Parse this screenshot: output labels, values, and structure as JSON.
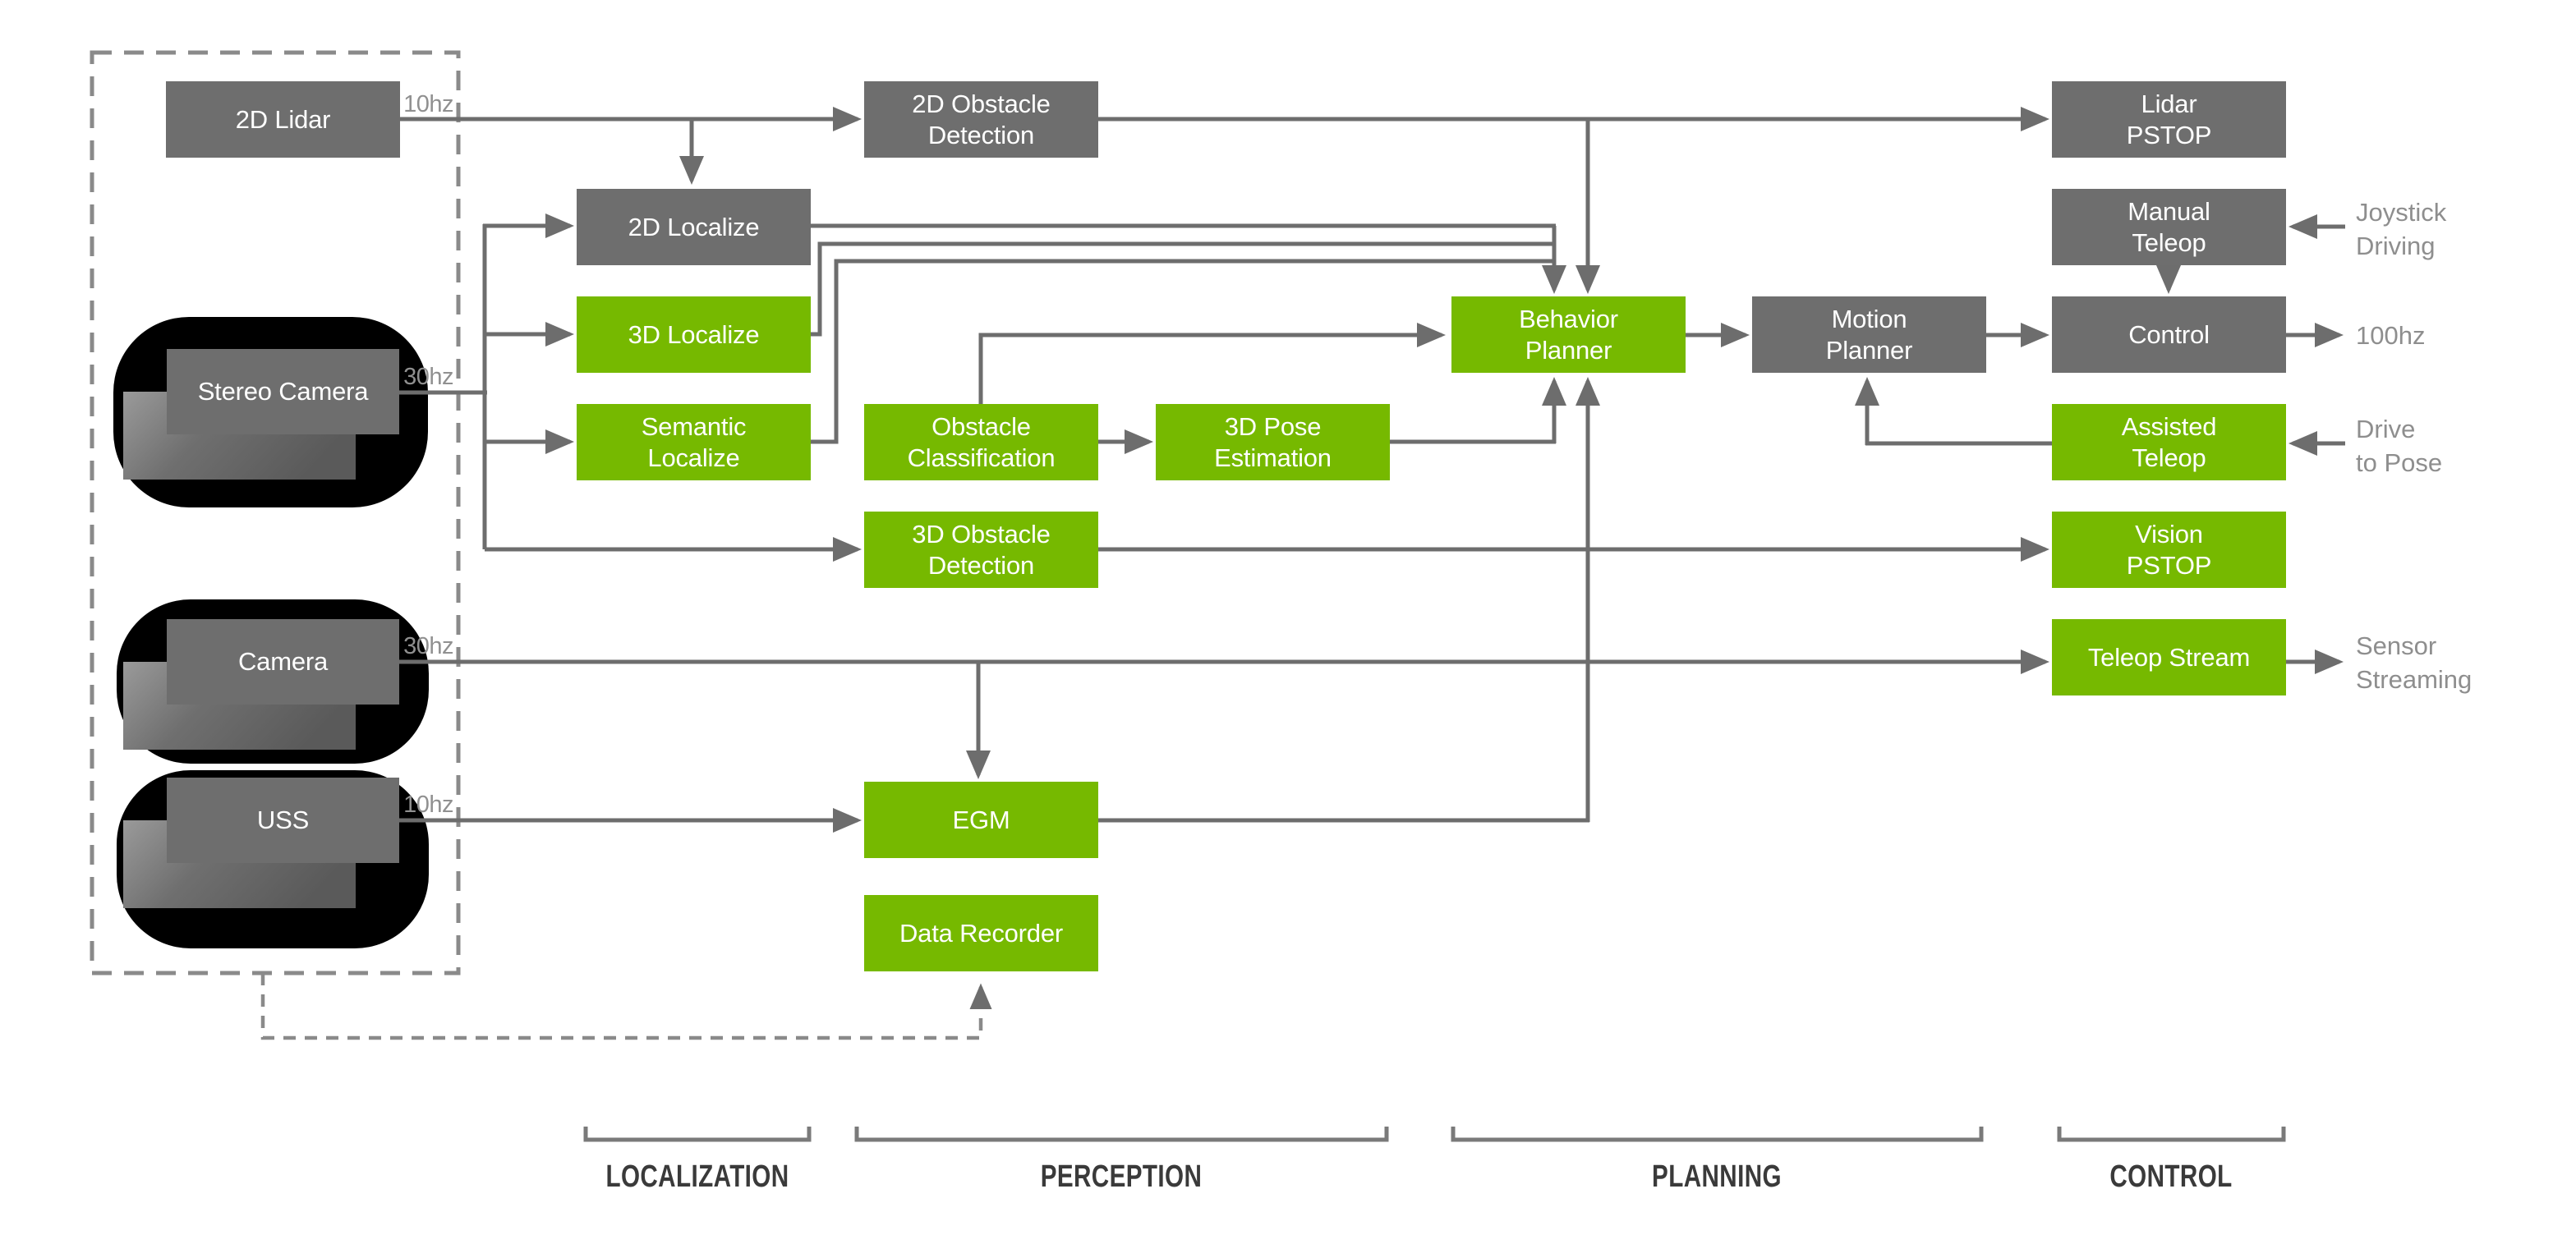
{
  "diagram": {
    "sensors": {
      "lidar": {
        "label": "2D Lidar",
        "rate": "10hz"
      },
      "stereo_camera": {
        "label": "Stereo Camera",
        "rate": "30hz"
      },
      "camera": {
        "label": "Camera",
        "rate": "30hz"
      },
      "uss": {
        "label": "USS",
        "rate": "10hz"
      }
    },
    "nodes": {
      "localize_2d": "2D Localize",
      "localize_3d": "3D Localize",
      "semantic_localize": "Semantic\nLocalize",
      "obstacle_detection_2d": "2D Obstacle\nDetection",
      "obstacle_classification": "Obstacle\nClassification",
      "pose_estimation_3d": "3D Pose\nEstimation",
      "obstacle_detection_3d": "3D Obstacle\nDetection",
      "egm": "EGM",
      "data_recorder": "Data Recorder",
      "behavior_planner": "Behavior\nPlanner",
      "motion_planner": "Motion\nPlanner",
      "lidar_pstop": "Lidar\nPSTOP",
      "manual_teleop": "Manual\nTeleop",
      "control": "Control",
      "assisted_teleop": "Assisted\nTeleop",
      "vision_pstop": "Vision\nPSTOP",
      "teleop_stream": "Teleop Stream"
    },
    "io_labels": {
      "joystick_driving": "Joystick\nDriving",
      "control_rate": "100hz",
      "drive_to_pose": "Drive\nto Pose",
      "sensor_streaming": "Sensor\nStreaming"
    },
    "sections": [
      "LOCALIZATION",
      "PERCEPTION",
      "PLANNING",
      "CONTROL"
    ],
    "colors": {
      "accent_green": "#76b900",
      "box_gray": "#6e6e6e",
      "line_gray": "#6d6d6d",
      "dashed_gray": "#8a8a8a",
      "label_gray": "#8e8e8e",
      "section_text": "#3a3a3a",
      "blob_black": "#000000"
    }
  }
}
